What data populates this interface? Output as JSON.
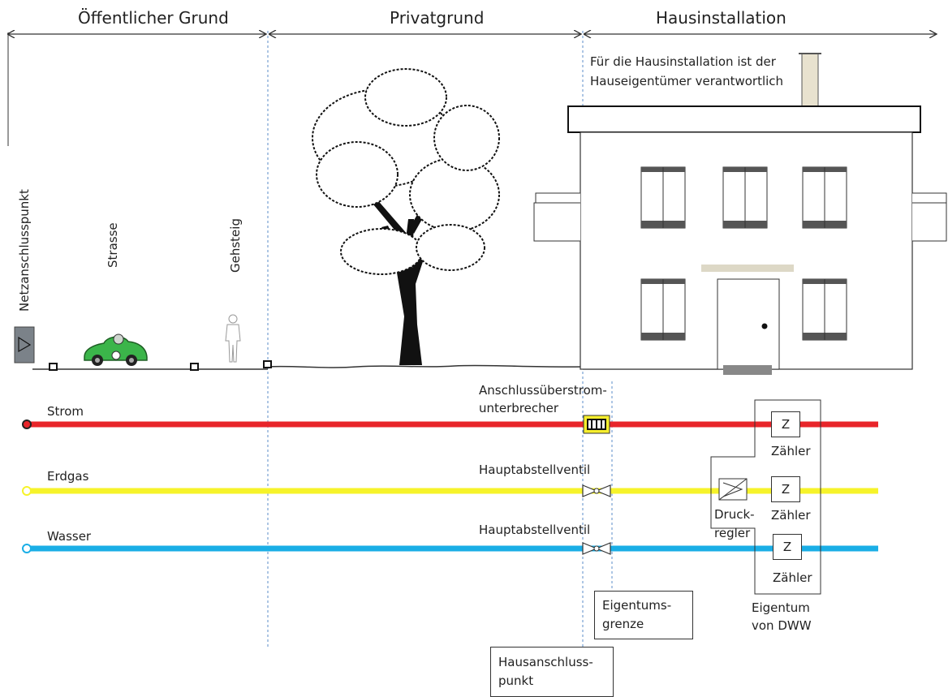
{
  "headers": {
    "public": "Öffentlicher Grund",
    "private": "Privatgrund",
    "house": "Hausinstallation"
  },
  "house_note": {
    "line1": "Für die Hausinstallation ist der",
    "line2": "Hauseigentümer verantwortlich"
  },
  "vertical_labels": {
    "netz": "Netzanschlusspunkt",
    "strasse": "Strasse",
    "gehsteig": "Gehsteig"
  },
  "lines": [
    {
      "name": "Strom",
      "color": "#e8252a"
    },
    {
      "name": "Erdgas",
      "color": "#f6f32a"
    },
    {
      "name": "Wasser",
      "color": "#1aaee6"
    }
  ],
  "component_labels": {
    "breaker_line1": "Anschlussüberstrom-",
    "breaker_line2": "unterbrecher",
    "valve_gas": "Hauptabstellventil",
    "valve_water": "Hauptabstellventil"
  },
  "meters": {
    "symbol": "Z",
    "label": "Zähler"
  },
  "regulator": {
    "line1": "Druck-",
    "line2": "regler"
  },
  "ownership": {
    "line1": "Eigentum",
    "line2": "von DWW"
  },
  "boundary_box": {
    "line1": "Eigentums-",
    "line2": "grenze"
  },
  "connection_box": {
    "line1": "Hausanschluss-",
    "line2": "punkt"
  }
}
